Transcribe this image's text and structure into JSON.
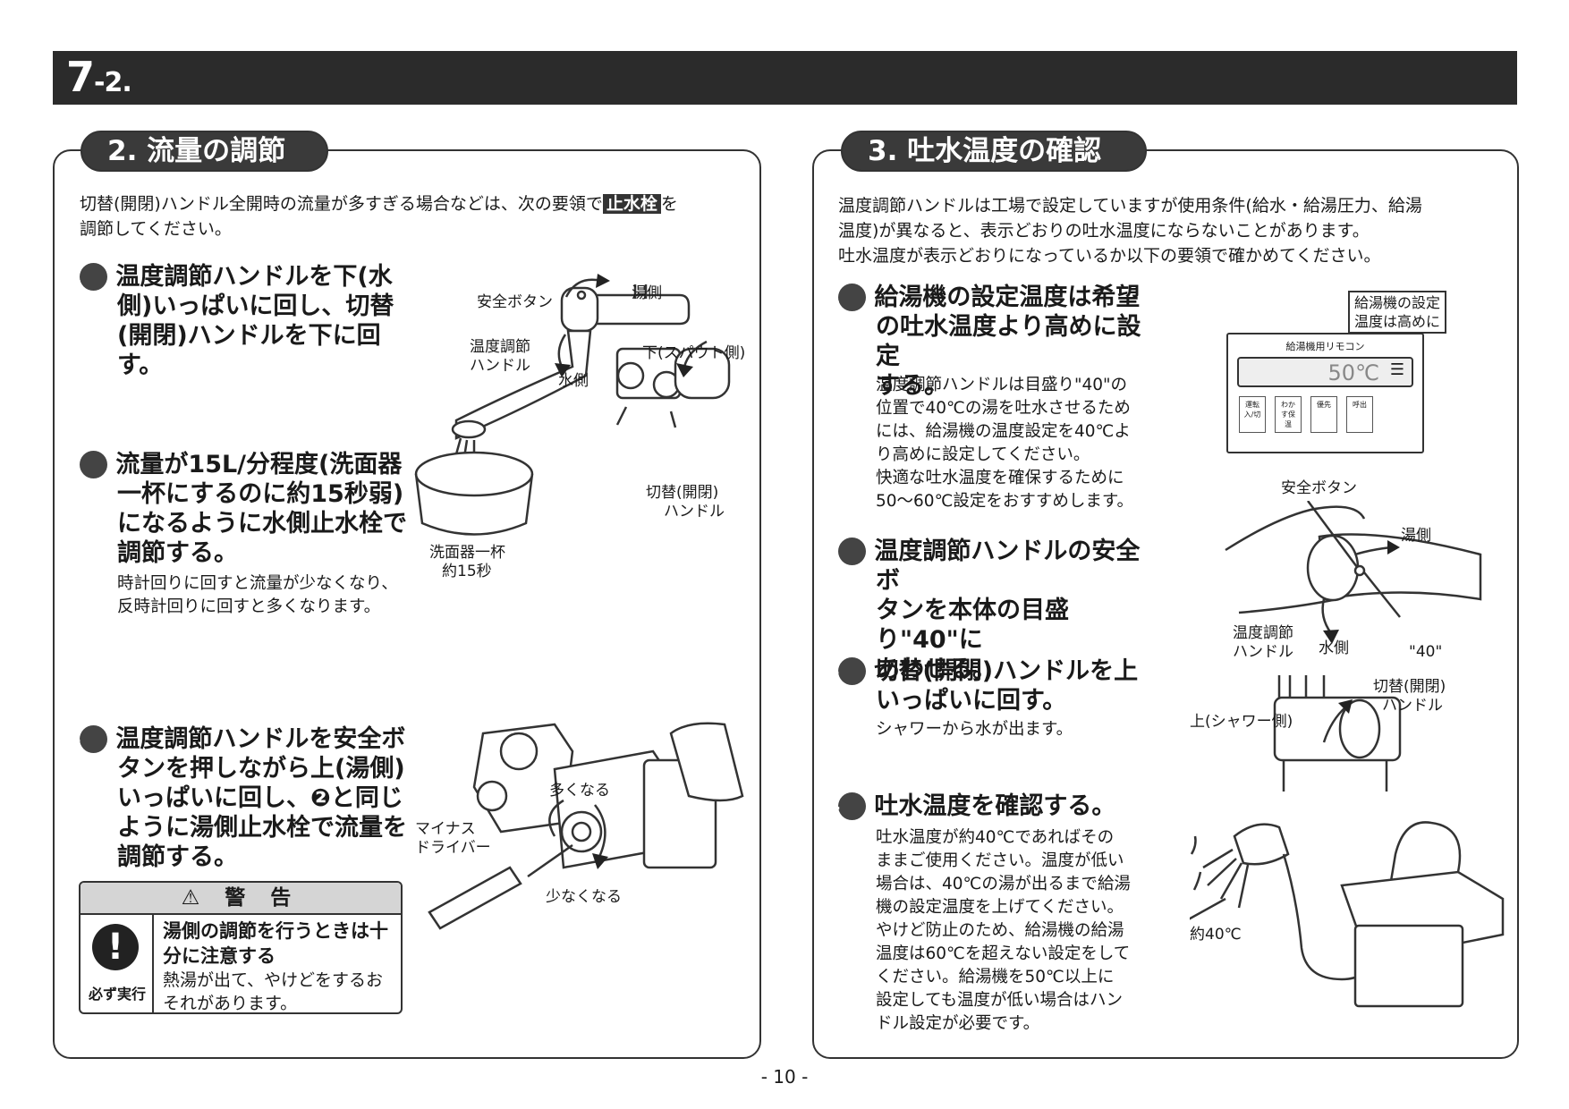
{
  "header": {
    "section": "7",
    "subsection": "-2."
  },
  "left": {
    "heading": "2. 流量の調節",
    "intro_a": "切替(開閉)ハンドル全開時の流量が多すぎる場合などは、次の要領で",
    "intro_hl": "止水栓",
    "intro_b": "を",
    "intro_c": "調節してください。",
    "step1": {
      "num": "1",
      "lines": [
        "温度調節ハンドルを下(水",
        "側)いっぱいに回し、切替",
        "(開閉)ハンドルを下に回す。"
      ]
    },
    "step2": {
      "num": "2",
      "lines": [
        "流量が15L/分程度(洗面器",
        "一杯にするのに約15秒弱)",
        "になるように水側止水栓で",
        "調節する。"
      ],
      "note": [
        "時計回りに回すと流量が少なくなり、",
        "反時計回りに回すと多くなります。"
      ]
    },
    "step3": {
      "num": "3",
      "lines": [
        "温度調節ハンドルを安全ボ",
        "タンを押しながら上(湯側)",
        "いっぱいに回し、❷と同じ",
        "ように湯側止水栓で流量を",
        "調節する。"
      ]
    },
    "fig1": {
      "safety_button": "安全ボタン",
      "hot_side": "湯側",
      "temp_handle_1": "温度調節",
      "temp_handle_2": "ハンドル",
      "down_spout": "下(スパウト側)",
      "water_side": "水側",
      "switch_handle_1": "切替(開閉)",
      "switch_handle_2": "ハンドル",
      "basin_1": "洗面器一杯",
      "basin_2": "約15秒"
    },
    "fig2": {
      "more": "多くなる",
      "less": "少なくなる",
      "driver_1": "マイナス",
      "driver_2": "ドライバー"
    },
    "warning": {
      "title": "⚠ 警 告",
      "icon": "!",
      "must": "必ず実行",
      "text_1": "湯側の調節を行うときは十",
      "text_2": "分に注意する",
      "sub_1": "熱湯が出て、やけどをするお",
      "sub_2": "それがあります。"
    }
  },
  "right": {
    "heading": "3. 吐水温度の確認",
    "intro": [
      "温度調節ハンドルは工場で設定していますが使用条件(給水・給湯圧力、給湯",
      "温度)が異なると、表示どおりの吐水温度にならないことがあります。",
      "吐水温度が表示どおりになっているか以下の要領で確かめてください。"
    ],
    "step1": {
      "num": "1",
      "lines": [
        "給湯機の設定温度は希望",
        "の吐水温度より高めに設定",
        "する。"
      ],
      "note": [
        "温度調節ハンドルは目盛り\"40\"の",
        "位置で40℃の湯を吐水させるため",
        "には、給湯機の温度設定を40℃よ",
        "り高めに設定してください。",
        "快適な吐水温度を確保するために",
        "50〜60℃設定をおすすめします。"
      ]
    },
    "step2": {
      "num": "2",
      "lines": [
        "温度調節ハンドルの安全ボ",
        "タンを本体の目盛り\"40\"に",
        "あわせる。"
      ]
    },
    "step3": {
      "num": "3",
      "lines": [
        "切替(開閉)ハンドルを上",
        "いっぱいに回す。"
      ],
      "note": [
        "シャワーから水が出ます。"
      ]
    },
    "step4": {
      "num": "4",
      "lines": [
        "吐水温度を確認する。"
      ],
      "note": [
        "吐水温度が約40℃であればその",
        "ままご使用ください。温度が低い",
        "場合は、40℃の湯が出るまで給湯",
        "機の設定温度を上げてください。",
        "やけど防止のため、給湯機の給湯",
        "温度は60℃を超えない設定をして",
        "ください。給湯機を50℃以上に",
        "設定しても温度が低い場合はハン",
        "ドル設定が必要です。"
      ]
    },
    "remote": {
      "callout_1": "給湯機の設定",
      "callout_2": "温度は高めに",
      "title": "給湯機用リモコン",
      "temp": "50℃",
      "btn1": "運転入/切",
      "btn2": "わかす保温",
      "btn3": "優先",
      "btn4": "呼出"
    },
    "fig_handle": {
      "safety_button": "安全ボタン",
      "hot_side": "湯側",
      "temp_handle_1": "温度調節",
      "temp_handle_2": "ハンドル",
      "water_side": "水側",
      "mark_40": "\"40\""
    },
    "fig_switch": {
      "up_shower": "上(シャワー側)",
      "switch_1": "切替(開閉)",
      "switch_2": "ハンドル"
    },
    "fig_shower": {
      "approx": "約40℃"
    }
  },
  "footer": {
    "page": "- 10 -"
  }
}
